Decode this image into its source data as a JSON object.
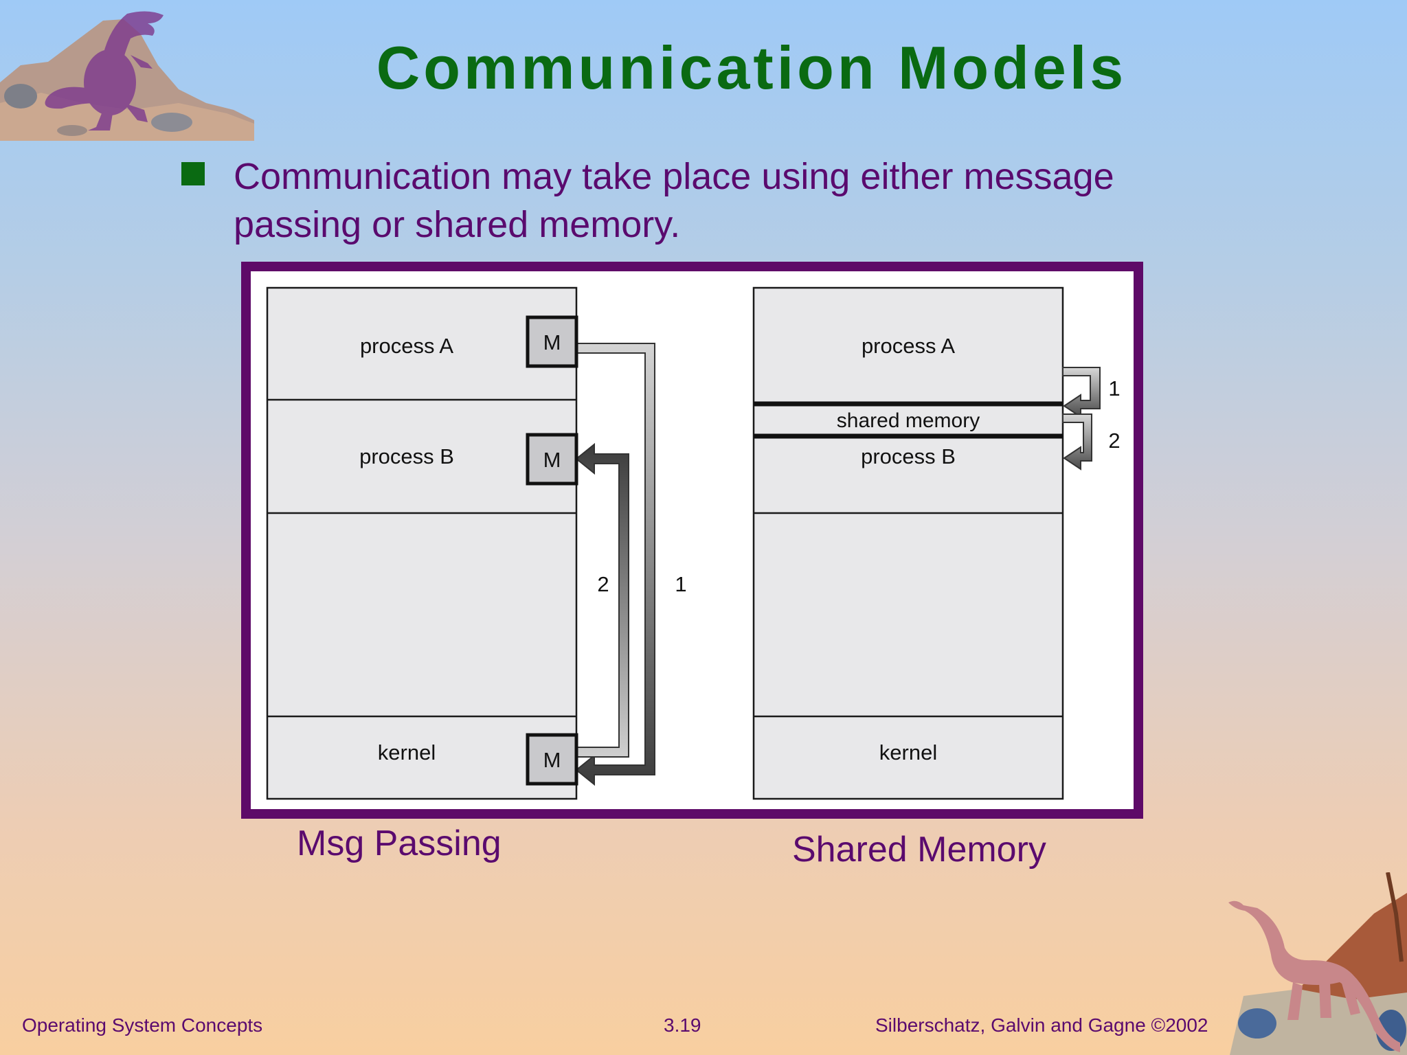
{
  "slide": {
    "title": "Communication Models",
    "bullet": "Communication may take place using either message passing or shared memory."
  },
  "diagram": {
    "msg_passing": {
      "caption": "Msg Passing",
      "process_a": "process A",
      "process_b": "process B",
      "kernel": "kernel",
      "mailbox": "M",
      "arrow_1": "1",
      "arrow_2": "2"
    },
    "shared_memory": {
      "caption": "Shared Memory",
      "process_a": "process A",
      "shared_region": "shared memory",
      "process_b": "process B",
      "kernel": "kernel",
      "arrow_1": "1",
      "arrow_2": "2"
    }
  },
  "footer": {
    "left": "Operating System Concepts",
    "center": "3.19",
    "right": "Silberschatz, Galvin and  Gagne ©2002"
  },
  "colors": {
    "title": "#0a6a12",
    "text": "#5a0a6e",
    "frame": "#5e0a68",
    "panel": "#e8e8ea"
  }
}
